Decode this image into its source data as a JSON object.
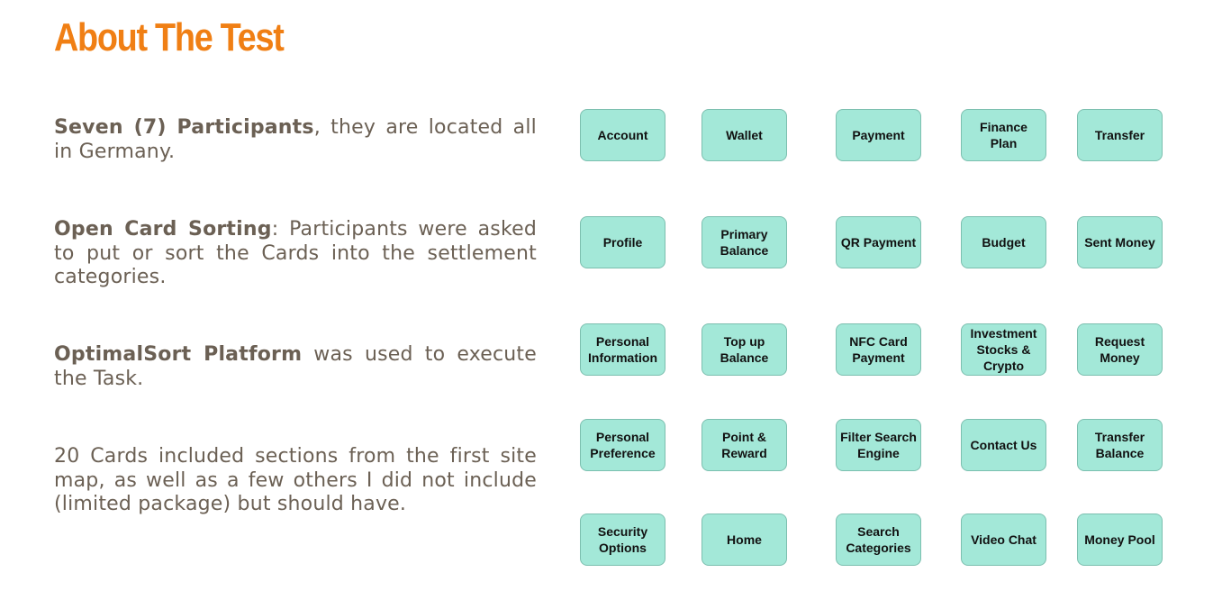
{
  "title": "About The Test",
  "paragraphs": {
    "p1": {
      "bold": "Seven (7) Participants",
      "rest": ", they are located all in Germany."
    },
    "p2": {
      "bold": "Open Card Sorting",
      "rest": ": Participants were asked to put or sort the Cards into the settlement categories."
    },
    "p3": {
      "bold": "OptimalSort Platform",
      "rest": " was used to execute the Task."
    },
    "p4": {
      "text": "20 Cards included sections from the first site map, as well as a few others I did not include (limited package) but should have."
    }
  },
  "cards": {
    "account": "Account",
    "wallet": "Wallet",
    "payment": "Payment",
    "finance_plan": "Finance Plan",
    "transfer": "Transfer",
    "profile": "Profile",
    "primary_balance": "Primary Balance",
    "qr_payment": "QR Payment",
    "budget": "Budget",
    "sent_money": "Sent Money",
    "personal_information": "Personal Information",
    "top_up_balance": "Top up Balance",
    "nfc_card_payment": "NFC Card Payment",
    "investment_stocks_crypto": "Investment Stocks & Crypto",
    "request_money": "Request Money",
    "personal_preference": "Personal Preference",
    "point_reward": "Point & Reward",
    "filter_search_engine": "Filter Search Engine",
    "contact_us": "Contact Us",
    "transfer_balance": "Transfer Balance",
    "security_options": "Security Options",
    "home": "Home",
    "search_categories": "Search Categories",
    "video_chat": "Video Chat",
    "money_pool": "Money Pool"
  },
  "colors": {
    "title": "#f07f14",
    "body_text": "#6b6054",
    "card_fill": "#a3e8d8",
    "card_border": "#7cbfaf"
  }
}
